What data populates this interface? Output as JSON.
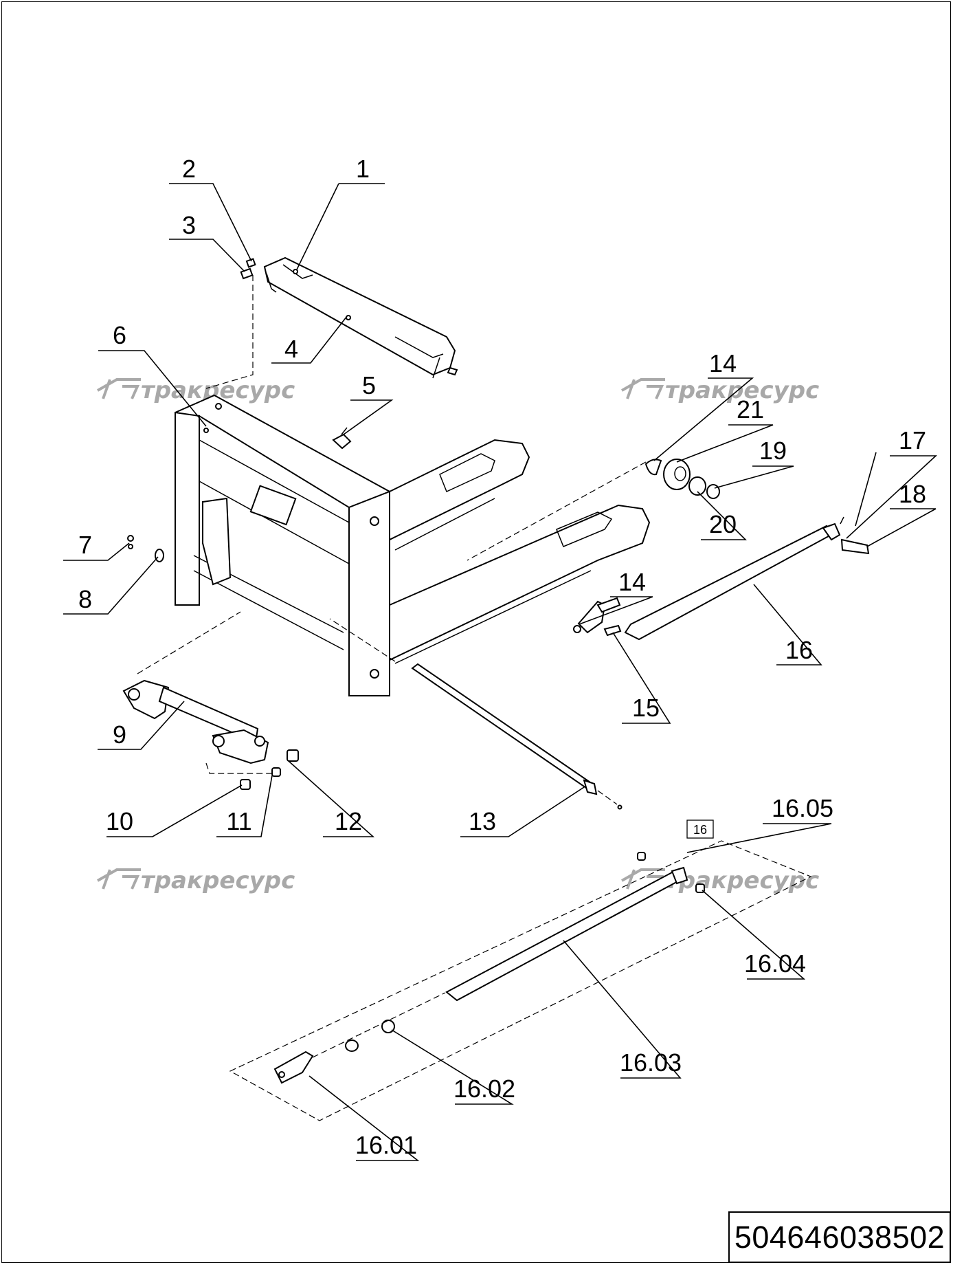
{
  "drawing": {
    "watermark_text": "тракресурс",
    "document_number": "504646038502",
    "group_box_label": "16",
    "callouts": [
      "1",
      "2",
      "3",
      "4",
      "5",
      "6",
      "7",
      "8",
      "9",
      "10",
      "11",
      "12",
      "13",
      "14",
      "14",
      "15",
      "16",
      "17",
      "18",
      "19",
      "20",
      "21",
      "16.01",
      "16.02",
      "16.03",
      "16.04",
      "16.05"
    ]
  }
}
